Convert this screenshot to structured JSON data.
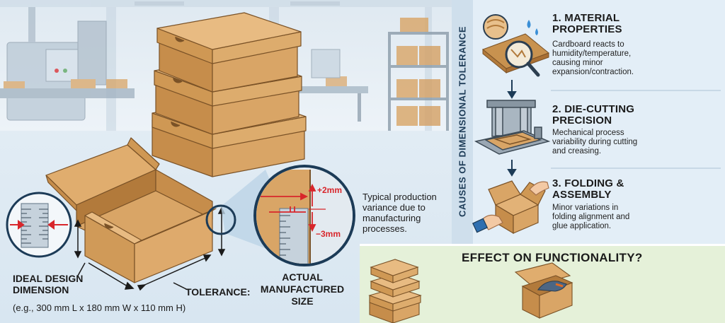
{
  "left_panel": {
    "variance_note": "Typical production variance due to manufacturing processes.",
    "ideal_label": "IDEAL DESIGN DIMENSION",
    "ideal_example": "(e.g., 300 mm L x 180 mm W x 110 mm H)",
    "tolerance_label": "TOLERANCE:",
    "actual_label": "ACTUAL MANUFACTURED SIZE",
    "plus_value": "+2mm",
    "minus_value": "−3mm"
  },
  "causes_panel": {
    "vertical_title": "CAUSES OF DIMENSIONAL TOLERANCE",
    "items": [
      {
        "title": "1. MATERIAL PROPERTIES",
        "description": "Cardboard reacts to humidity/temperature, causing minor expansion/contraction.",
        "icon": "cardboard-magnifier-icon"
      },
      {
        "title": "2. DIE-CUTTING PRECISION",
        "description": "Mechanical process variability during cutting and creasing.",
        "icon": "die-cutting-press-icon"
      },
      {
        "title": "3. FOLDING & ASSEMBLY",
        "description": "Minor variations in folding alignment and glue application.",
        "icon": "hands-folding-box-icon"
      }
    ]
  },
  "effect_panel": {
    "title": "EFFECT ON FUNCTIONALITY?"
  },
  "colors": {
    "cardboard": "#d9a566",
    "cardboard_dark": "#b7823f",
    "right_panel_bg": "#e3eef7",
    "effect_panel_bg": "#e5f1d9",
    "accent_red": "#d8262b"
  }
}
